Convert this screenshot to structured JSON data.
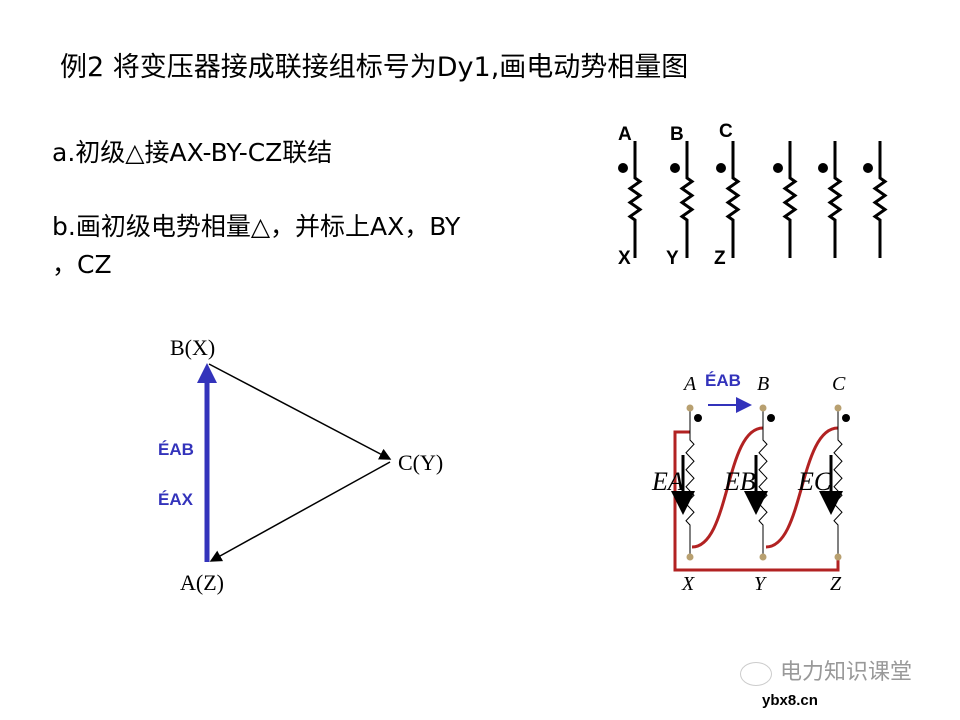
{
  "slide": {
    "title": "例2  将变压器接成联接组标号为Dy1,画电动势相量图",
    "step_a": "a.初级△接AX-BY-CZ联结",
    "step_b_line1": "b.画初级电势相量△，并标上AX，BY",
    "step_b_line2": "，CZ"
  },
  "windings_diagram": {
    "top_labels": [
      "A",
      "B",
      "C"
    ],
    "bottom_labels": [
      "X",
      "Y",
      "Z"
    ],
    "coil_count": 6
  },
  "phasor_triangle": {
    "vertex_top": "B(X)",
    "vertex_right": "C(Y)",
    "vertex_bottom": "A(Z)",
    "label_eab": "ÉAB",
    "label_eax": "ÉAX",
    "phasor_color": "#3333bb"
  },
  "delta_circuit": {
    "top_labels": [
      "A",
      "B",
      "C"
    ],
    "bottom_labels": [
      "X",
      "Y",
      "Z"
    ],
    "emf_labels": [
      "EA",
      "EB",
      "EC"
    ],
    "eab_label": "ÉAB",
    "connection_color": "#b22222"
  },
  "watermark": {
    "brand": "电力知识课堂",
    "site": "ybx8.cn"
  }
}
